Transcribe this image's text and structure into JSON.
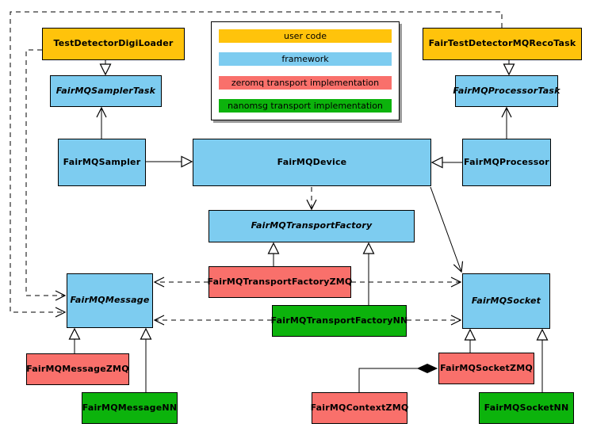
{
  "legend": {
    "items": [
      {
        "label": "user code",
        "color": "#FFC30B",
        "category": "user"
      },
      {
        "label": "framework",
        "color": "#7DCCF0",
        "category": "framework"
      },
      {
        "label": "zeromq transport implementation",
        "color": "#F9706B",
        "category": "zeromq"
      },
      {
        "label": "nanomsg transport implementation",
        "color": "#0CB30C",
        "category": "nanomsg"
      }
    ]
  },
  "nodes": {
    "testDetectorDigiLoader": {
      "label": "TestDetectorDigiLoader",
      "category": "user",
      "abstract": false
    },
    "fairTestDetectorMQRecoTask": {
      "label": "FairTestDetectorMQRecoTask",
      "category": "user",
      "abstract": false
    },
    "fairMQSamplerTask": {
      "label": "FairMQSamplerTask",
      "category": "framework",
      "abstract": true
    },
    "fairMQProcessorTask": {
      "label": "FairMQProcessorTask",
      "category": "framework",
      "abstract": true
    },
    "fairMQSampler": {
      "label": "FairMQSampler",
      "category": "framework",
      "abstract": false
    },
    "fairMQDevice": {
      "label": "FairMQDevice",
      "category": "framework",
      "abstract": false
    },
    "fairMQProcessor": {
      "label": "FairMQProcessor",
      "category": "framework",
      "abstract": false
    },
    "fairMQTransportFactory": {
      "label": "FairMQTransportFactory",
      "category": "framework",
      "abstract": true
    },
    "fairMQTransportFactoryZMQ": {
      "label": "FairMQTransportFactoryZMQ",
      "category": "zeromq",
      "abstract": false
    },
    "fairMQTransportFactoryNN": {
      "label": "FairMQTransportFactoryNN",
      "category": "nanomsg",
      "abstract": false
    },
    "fairMQMessage": {
      "label": "FairMQMessage",
      "category": "framework",
      "abstract": true
    },
    "fairMQSocket": {
      "label": "FairMQSocket",
      "category": "framework",
      "abstract": true
    },
    "fairMQMessageZMQ": {
      "label": "FairMQMessageZMQ",
      "category": "zeromq",
      "abstract": false
    },
    "fairMQMessageNN": {
      "label": "FairMQMessageNN",
      "category": "nanomsg",
      "abstract": false
    },
    "fairMQSocketZMQ": {
      "label": "FairMQSocketZMQ",
      "category": "zeromq",
      "abstract": false
    },
    "fairMQSocketNN": {
      "label": "FairMQSocketNN",
      "category": "nanomsg",
      "abstract": false
    },
    "fairMQContextZMQ": {
      "label": "FairMQContextZMQ",
      "category": "zeromq",
      "abstract": false
    }
  },
  "edges": [
    {
      "from": "testDetectorDigiLoader",
      "to": "fairMQSamplerTask",
      "type": "inheritance"
    },
    {
      "from": "fairTestDetectorMQRecoTask",
      "to": "fairMQProcessorTask",
      "type": "inheritance"
    },
    {
      "from": "fairMQSampler",
      "to": "fairMQSamplerTask",
      "type": "association"
    },
    {
      "from": "fairMQProcessor",
      "to": "fairMQProcessorTask",
      "type": "association"
    },
    {
      "from": "fairMQSampler",
      "to": "fairMQDevice",
      "type": "inheritance"
    },
    {
      "from": "fairMQProcessor",
      "to": "fairMQDevice",
      "type": "inheritance"
    },
    {
      "from": "fairMQDevice",
      "to": "fairMQTransportFactory",
      "type": "dependency"
    },
    {
      "from": "fairMQDevice",
      "to": "fairMQSocket",
      "type": "association"
    },
    {
      "from": "fairMQTransportFactoryZMQ",
      "to": "fairMQTransportFactory",
      "type": "inheritance"
    },
    {
      "from": "fairMQTransportFactoryNN",
      "to": "fairMQTransportFactory",
      "type": "inheritance"
    },
    {
      "from": "fairMQTransportFactoryZMQ",
      "to": "fairMQMessage",
      "type": "dependency"
    },
    {
      "from": "fairMQTransportFactoryZMQ",
      "to": "fairMQSocket",
      "type": "dependency"
    },
    {
      "from": "fairMQTransportFactoryNN",
      "to": "fairMQMessage",
      "type": "dependency"
    },
    {
      "from": "fairMQTransportFactoryNN",
      "to": "fairMQSocket",
      "type": "dependency"
    },
    {
      "from": "fairMQMessageZMQ",
      "to": "fairMQMessage",
      "type": "inheritance"
    },
    {
      "from": "fairMQMessageNN",
      "to": "fairMQMessage",
      "type": "inheritance"
    },
    {
      "from": "fairMQSocketZMQ",
      "to": "fairMQSocket",
      "type": "inheritance"
    },
    {
      "from": "fairMQSocketNN",
      "to": "fairMQSocket",
      "type": "inheritance"
    },
    {
      "from": "testDetectorDigiLoader",
      "to": "fairMQMessage",
      "type": "dependency"
    },
    {
      "from": "fairTestDetectorMQRecoTask",
      "to": "fairMQMessage",
      "type": "dependency"
    },
    {
      "from": "fairMQContextZMQ",
      "to": "fairMQSocketZMQ",
      "type": "composition"
    }
  ]
}
